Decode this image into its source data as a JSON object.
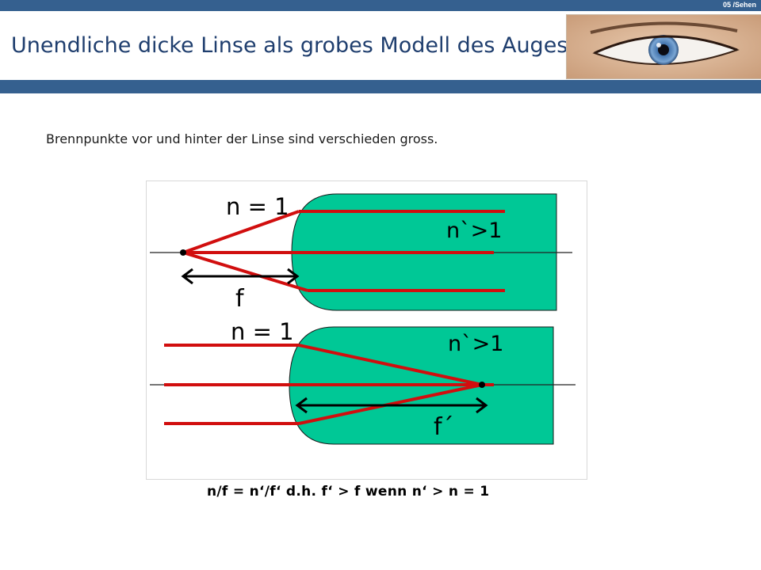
{
  "header": {
    "slide_number": "05 /Sehen",
    "title": "Unendliche dicke Linse als grobes Modell des Auges",
    "image": "eye-photo"
  },
  "main": {
    "subtitle": "Brennpunkte vor und hinter der Linse sind verschieden gross.",
    "formula": "n/f = n‘/f‘  d.h. f‘ > f  wenn n‘ > n = 1"
  },
  "diagram": {
    "top": {
      "outside_label": "n = 1",
      "inside_label": "n`>1",
      "focal_label": "f"
    },
    "bottom": {
      "outside_label": "n = 1",
      "inside_label": "n`>1",
      "focal_label": "f´"
    },
    "colors": {
      "lens": "#00c896",
      "ray": "#d10e0e",
      "axis": "#222222",
      "accent": "#35608f"
    }
  }
}
